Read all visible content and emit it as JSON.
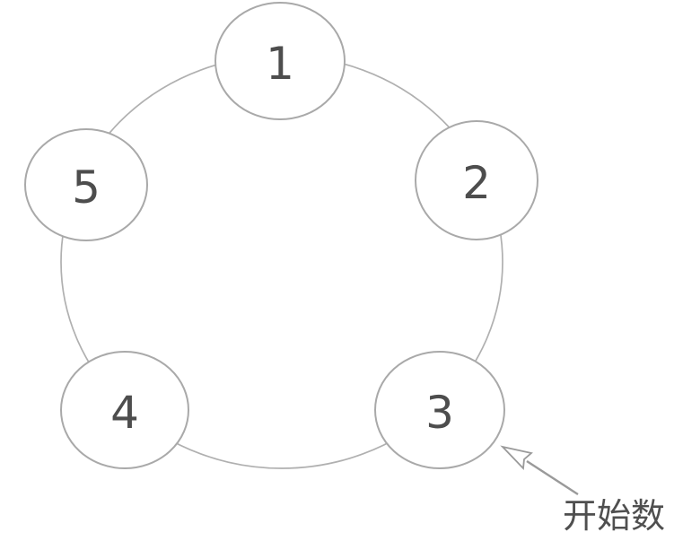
{
  "diagram": {
    "type": "circular-counting-ring",
    "nodes": [
      {
        "id": 1,
        "label": "1"
      },
      {
        "id": 2,
        "label": "2"
      },
      {
        "id": 3,
        "label": "3"
      },
      {
        "id": 4,
        "label": "4"
      },
      {
        "id": 5,
        "label": "5"
      }
    ],
    "annotation": {
      "label": "开始数",
      "points_to_node": "3"
    },
    "colors": {
      "background": "#ffffff",
      "ring_stroke": "#b0b0b0",
      "node_stroke": "#a9a9a9",
      "node_fill": "#ffffff",
      "label_text": "#4d4d4d",
      "arrow": "#9a9a9a",
      "annotation_text": "#4f4f4f"
    }
  }
}
